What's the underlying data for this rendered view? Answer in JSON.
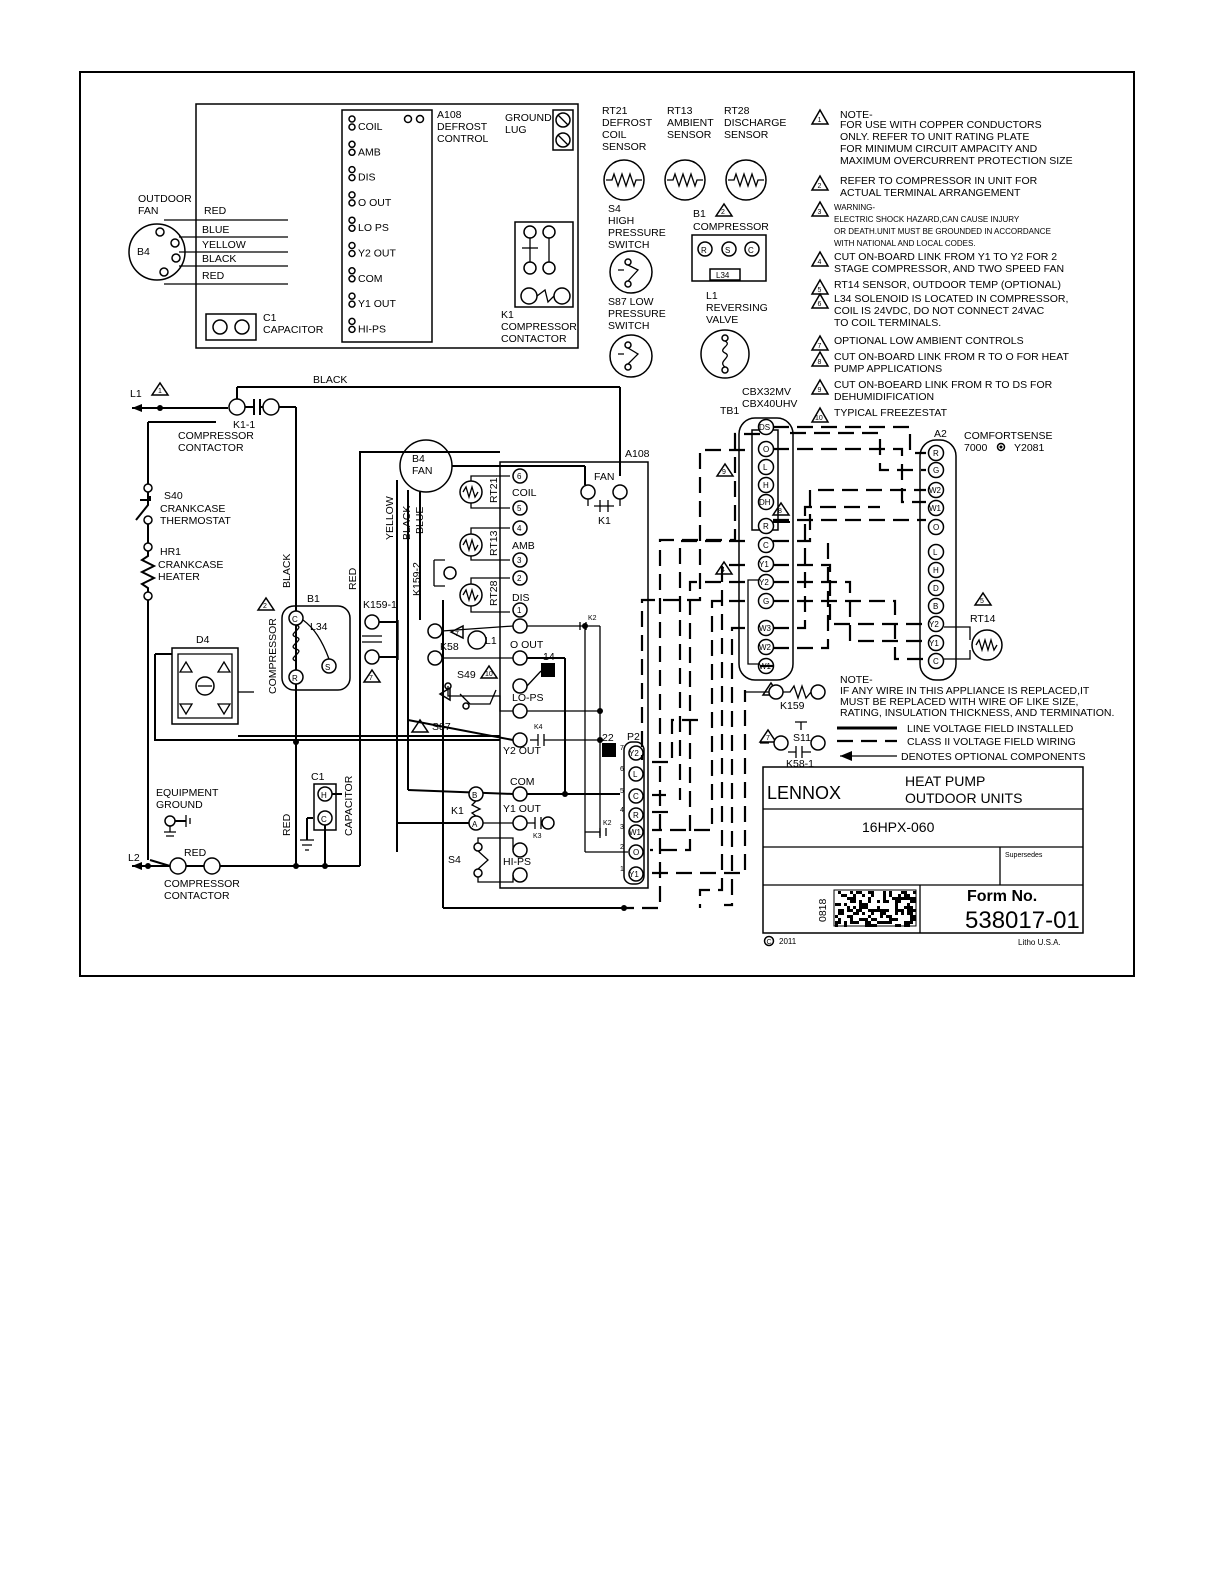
{
  "top_panel": {
    "a108_pins": [
      "COIL",
      "AMB",
      "DIS",
      "O OUT",
      "LO PS",
      "Y2 OUT",
      "COM",
      "Y1 OUT",
      "HI-PS"
    ],
    "a108_label": [
      "A108",
      "DEFROST",
      "CONTROL"
    ],
    "ground_lug": [
      "GROUND",
      "LUG"
    ],
    "outdoor_fan": [
      "OUTDOOR",
      "FAN"
    ],
    "b4": "B4",
    "fan_wires": [
      "RED",
      "BLUE",
      "YELLOW",
      "BLACK",
      "RED"
    ],
    "c1_capacitor": [
      "C1",
      "CAPACITOR"
    ],
    "k1_contactor": [
      "K1",
      "COMPRESSOR",
      "CONTACTOR"
    ],
    "rt21": [
      "RT21",
      "DEFROST",
      "COIL",
      "SENSOR"
    ],
    "rt13": [
      "RT13",
      "AMBIENT",
      "SENSOR"
    ],
    "rt28": [
      "RT28",
      "DISCHARGE",
      "SENSOR"
    ],
    "s4": [
      "S4",
      "HIGH",
      "PRESSURE",
      "SWITCH"
    ],
    "b1": [
      "B1",
      "COMPRESSOR"
    ],
    "b1_terms": [
      "R",
      "S",
      "C"
    ],
    "l34": "L34",
    "s87": [
      "S87 LOW",
      "PRESSURE",
      "SWITCH"
    ],
    "l1": [
      "L1",
      "REVERSING",
      "VALVE"
    ]
  },
  "notes": {
    "header": "NOTE-",
    "items": [
      {
        "num": "1",
        "lines": [
          "FOR USE WITH COPPER CONDUCTORS",
          "ONLY. REFER TO UNIT RATING PLATE",
          "FOR MINIMUM CIRCUIT AMPACITY AND",
          "MAXIMUM OVERCURRENT PROTECTION SIZE"
        ]
      },
      {
        "num": "2",
        "lines": [
          "REFER TO COMPRESSOR IN UNIT FOR",
          "ACTUAL TERMINAL ARRANGEMENT"
        ]
      },
      {
        "num": "3",
        "lines": [
          "WARNING-",
          "ELECTRIC SHOCK HAZARD,CAN CAUSE INJURY",
          "OR DEATH.UNIT MUST BE GROUNDED IN ACCORDANCE",
          "WITH NATIONAL AND LOCAL CODES."
        ]
      },
      {
        "num": "4",
        "lines": [
          "CUT ON-BOARD LINK FROM Y1 TO Y2 FOR 2",
          "STAGE COMPRESSOR, AND TWO SPEED FAN"
        ]
      },
      {
        "num": "5",
        "lines": [
          "RT14 SENSOR, OUTDOOR TEMP (OPTIONAL)"
        ]
      },
      {
        "num": "6",
        "lines": [
          "L34 SOLENOID IS LOCATED IN COMPRESSOR,",
          "COIL IS 24VDC, DO NOT CONNECT 24VAC",
          "TO COIL TERMINALS."
        ]
      },
      {
        "num": "7",
        "lines": [
          "OPTIONAL LOW AMBIENT CONTROLS"
        ]
      },
      {
        "num": "8",
        "lines": [
          "CUT ON-BOARD LINK FROM R TO O FOR HEAT",
          "PUMP APPLICATIONS"
        ]
      },
      {
        "num": "9",
        "lines": [
          "CUT ON-BOEARD LINK FROM R TO DS FOR",
          "DEHUMIDIFICATION"
        ]
      },
      {
        "num": "10",
        "lines": [
          "TYPICAL FREEZESTAT"
        ]
      }
    ]
  },
  "schematic": {
    "l1": "L1",
    "l2": "L2",
    "black_top": "BLACK",
    "k1_1": [
      "K1-1",
      "COMPRESSOR",
      "CONTACTOR"
    ],
    "s40": [
      "S40",
      "CRANKCASE",
      "THERMOSTAT"
    ],
    "hr1": [
      "HR1",
      "CRANKCASE",
      "HEATER"
    ],
    "d4": "D4",
    "equipment_ground": [
      "EQUIPMENT",
      "GROUND"
    ],
    "red_bottom": "RED",
    "comp_contactor_bottom": [
      "COMPRESSOR",
      "CONTACTOR"
    ],
    "black_vert": "BLACK",
    "red_vert_left": "RED",
    "red_vert_mid": "RED",
    "b1": "B1",
    "l34": "L34",
    "compressor_vert": "COMPRESSOR",
    "b1_terms": [
      "C",
      "R",
      "S"
    ],
    "c1": "C1",
    "c1_terms": [
      "H",
      "C"
    ],
    "capacitor_vert": "CAPACITOR",
    "b4_fan": [
      "B4",
      "FAN"
    ],
    "yellow": "YELLOW",
    "black": "BLACK",
    "blue": "BLUE",
    "k159_1": "K159-1",
    "k159_2": "K159-2",
    "a108": "A108",
    "fan_label": "FAN",
    "k1_small": "K1",
    "board_pins": [
      {
        "num": "6",
        "label": "COIL"
      },
      {
        "num": "5",
        "label": ""
      },
      {
        "num": "4",
        "label": "AMB"
      },
      {
        "num": "3",
        "label": ""
      },
      {
        "num": "2",
        "label": "DIS"
      },
      {
        "num": "1",
        "label": ""
      }
    ],
    "rt21": "RT21",
    "rt13": "RT13",
    "rt28": "RT28",
    "o_out": "O OUT",
    "k58": "K58",
    "l1_small": "L1",
    "s49": "S49",
    "pin14": "14",
    "lo_ps": "LO-PS",
    "s87": "S87",
    "k4": "K4",
    "y2_out": "Y2 OUT",
    "com": "COM",
    "y1_out": "Y1 OUT",
    "k3": "K3",
    "k1_coil": "K1",
    "b_term": "B",
    "a_term": "A",
    "s4": "S4",
    "hi_ps": "HI-PS",
    "k2_top": "K2",
    "k2_bottom": "K2",
    "pin22": "22",
    "p2": "P2",
    "p2_pins": [
      {
        "num": "7",
        "label": "Y2"
      },
      {
        "num": "6",
        "label": "L"
      },
      {
        "num": "5",
        "label": "C"
      },
      {
        "num": "4",
        "label": "R"
      },
      {
        "num": "3",
        "label": "W1"
      },
      {
        "num": "2",
        "label": "O"
      },
      {
        "num": "1",
        "label": "Y1"
      }
    ]
  },
  "thermostat": {
    "tb1": "TB1",
    "models": [
      "CBX32MV",
      "CBX40UHV"
    ],
    "tb1_terms": [
      "DS",
      "O",
      "L",
      "H",
      "DH",
      "R",
      "C",
      "Y1",
      "Y2",
      "G",
      "W3",
      "W2",
      "W1"
    ],
    "a2": "A2",
    "comfortsense": [
      "COMFORTSENSE",
      "7000",
      "Y2081"
    ],
    "a2_terms": [
      "R",
      "G",
      "W2",
      "W1",
      "O",
      "L",
      "H",
      "D",
      "B",
      "Y2",
      "Y1",
      "C"
    ],
    "rt14": "RT14",
    "k159": "K159",
    "s11": "S11",
    "k58_1": "K58-1"
  },
  "legend": {
    "note_header": "NOTE-",
    "note_lines": [
      "IF ANY WIRE IN THIS APPLIANCE IS REPLACED,IT",
      "MUST BE REPLACED WITH WIRE OF LIKE SIZE,",
      "RATING, INSULATION THICKNESS, AND TERMINATION."
    ],
    "line_voltage": "LINE VOLTAGE FIELD INSTALLED",
    "class2": "CLASS II VOLTAGE FIELD WIRING",
    "optional": "DENOTES OPTIONAL COMPONENTS"
  },
  "title_block": {
    "brand": "LENNOX",
    "title_line1": "HEAT PUMP",
    "title_line2": "OUTDOOR UNITS",
    "model": "16HPX-060",
    "supersedes": "Supersedes",
    "form_label": "Form No.",
    "form_number": "538017-01",
    "code": "0818",
    "copyright_symbol": "C",
    "year": "2011",
    "litho": "Litho U.S.A."
  }
}
